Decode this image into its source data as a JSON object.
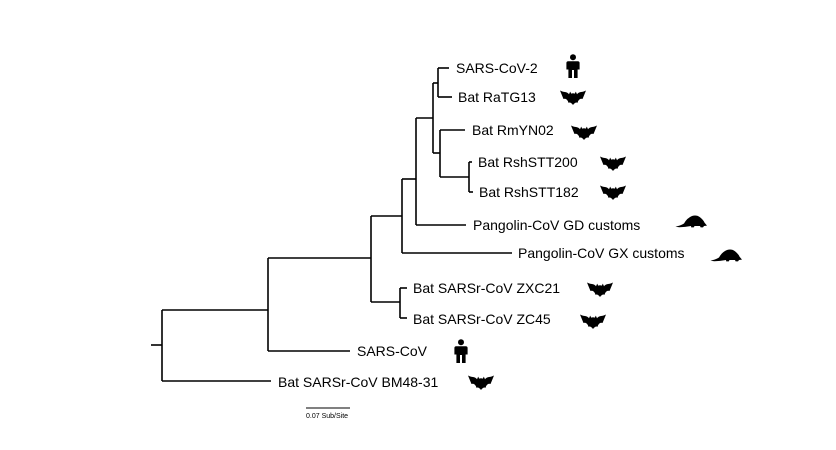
{
  "tree": {
    "leaves": [
      {
        "label": "SARS-CoV-2",
        "host": "human-icon"
      },
      {
        "label": "Bat RaTG13",
        "host": "bat-icon"
      },
      {
        "label": "Bat RmYN02",
        "host": "bat-icon"
      },
      {
        "label": "Bat RshSTT200",
        "host": "bat-icon"
      },
      {
        "label": "Bat RshSTT182",
        "host": "bat-icon"
      },
      {
        "label": "Pangolin-CoV GD customs",
        "host": "pangolin-icon"
      },
      {
        "label": "Pangolin-CoV GX customs",
        "host": "pangolin-icon"
      },
      {
        "label": "Bat SARSr-CoV ZXC21",
        "host": "bat-icon"
      },
      {
        "label": "Bat SARSr-CoV ZC45",
        "host": "bat-icon"
      },
      {
        "label": "SARS-CoV",
        "host": "human-icon"
      },
      {
        "label": "Bat SARSr-CoV BM48-31",
        "host": "bat-icon"
      }
    ],
    "scale_bar_label": "0.07 Sub/Site"
  },
  "colors": {
    "ink": "#000000",
    "background": "#ffffff"
  }
}
